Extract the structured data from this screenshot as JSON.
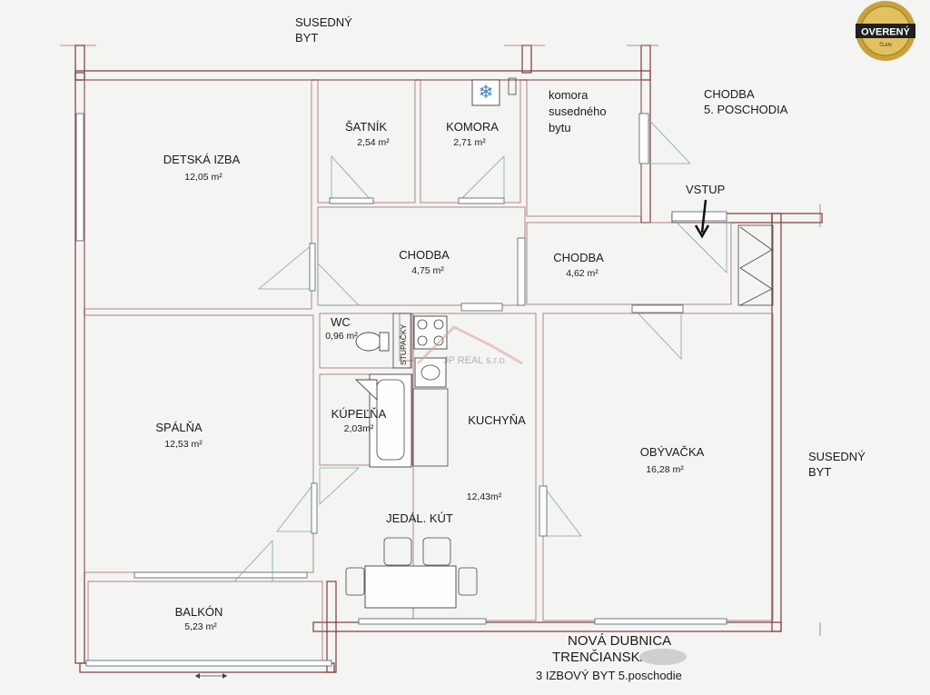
{
  "rooms": {
    "detska": {
      "name": "DETSKÁ IZBA",
      "area": "12,05 m²"
    },
    "satnik": {
      "name": "ŠATNÍK",
      "area": "2,54 m²"
    },
    "komora": {
      "name": "KOMORA",
      "area": "2,71 m²"
    },
    "komora_susedneho": {
      "line1": "komora",
      "line2": "susedného",
      "line3": "bytu"
    },
    "chodba1": {
      "name": "CHODBA",
      "area": "4,75 m²"
    },
    "chodba2": {
      "name": "CHODBA",
      "area": "4,62 m²"
    },
    "wc": {
      "name": "WC",
      "area": "0,96 m²"
    },
    "stupacky": {
      "name": "STUPAČKY"
    },
    "kupelna": {
      "name": "KÚPEĽŇA",
      "area": "2,03m²"
    },
    "kuchyna": {
      "name": "KUCHYŇA",
      "area": "12,43m²"
    },
    "jedal": {
      "name": "JEDÁL. KÚT"
    },
    "spalna": {
      "name": "SPÁLŇA",
      "area": "12,53 m²"
    },
    "obyvacka": {
      "name": "OBÝVAČKA",
      "area": "16,28 m²"
    },
    "balkon": {
      "name": "BALKÓN",
      "area": "5,23 m²"
    }
  },
  "labels": {
    "susedny_top_1": "SUSEDNÝ",
    "susedny_top_2": "BYT",
    "chodba_poschodia_1": "CHODBA",
    "chodba_poschodia_2": "5. POSCHODIA",
    "vstup": "VSTUP",
    "susedny_right_1": "SUSEDNÝ",
    "susedny_right_2": "BYT"
  },
  "title_block": {
    "line1": "NOVÁ DUBNICA",
    "line2": "TRENČIANSKA",
    "line3": "3 IZBOVÝ BYT  5.poschodie"
  },
  "watermark": {
    "text": "JP REAL s.r.o"
  },
  "badge": {
    "text": "OVERENÝ",
    "sub": "ČLEN"
  },
  "colors": {
    "wall": "#7d3b3b",
    "door": "#7fa89a",
    "badge_gold": "#c9a23a",
    "badge_dark": "#1f1f1f"
  }
}
